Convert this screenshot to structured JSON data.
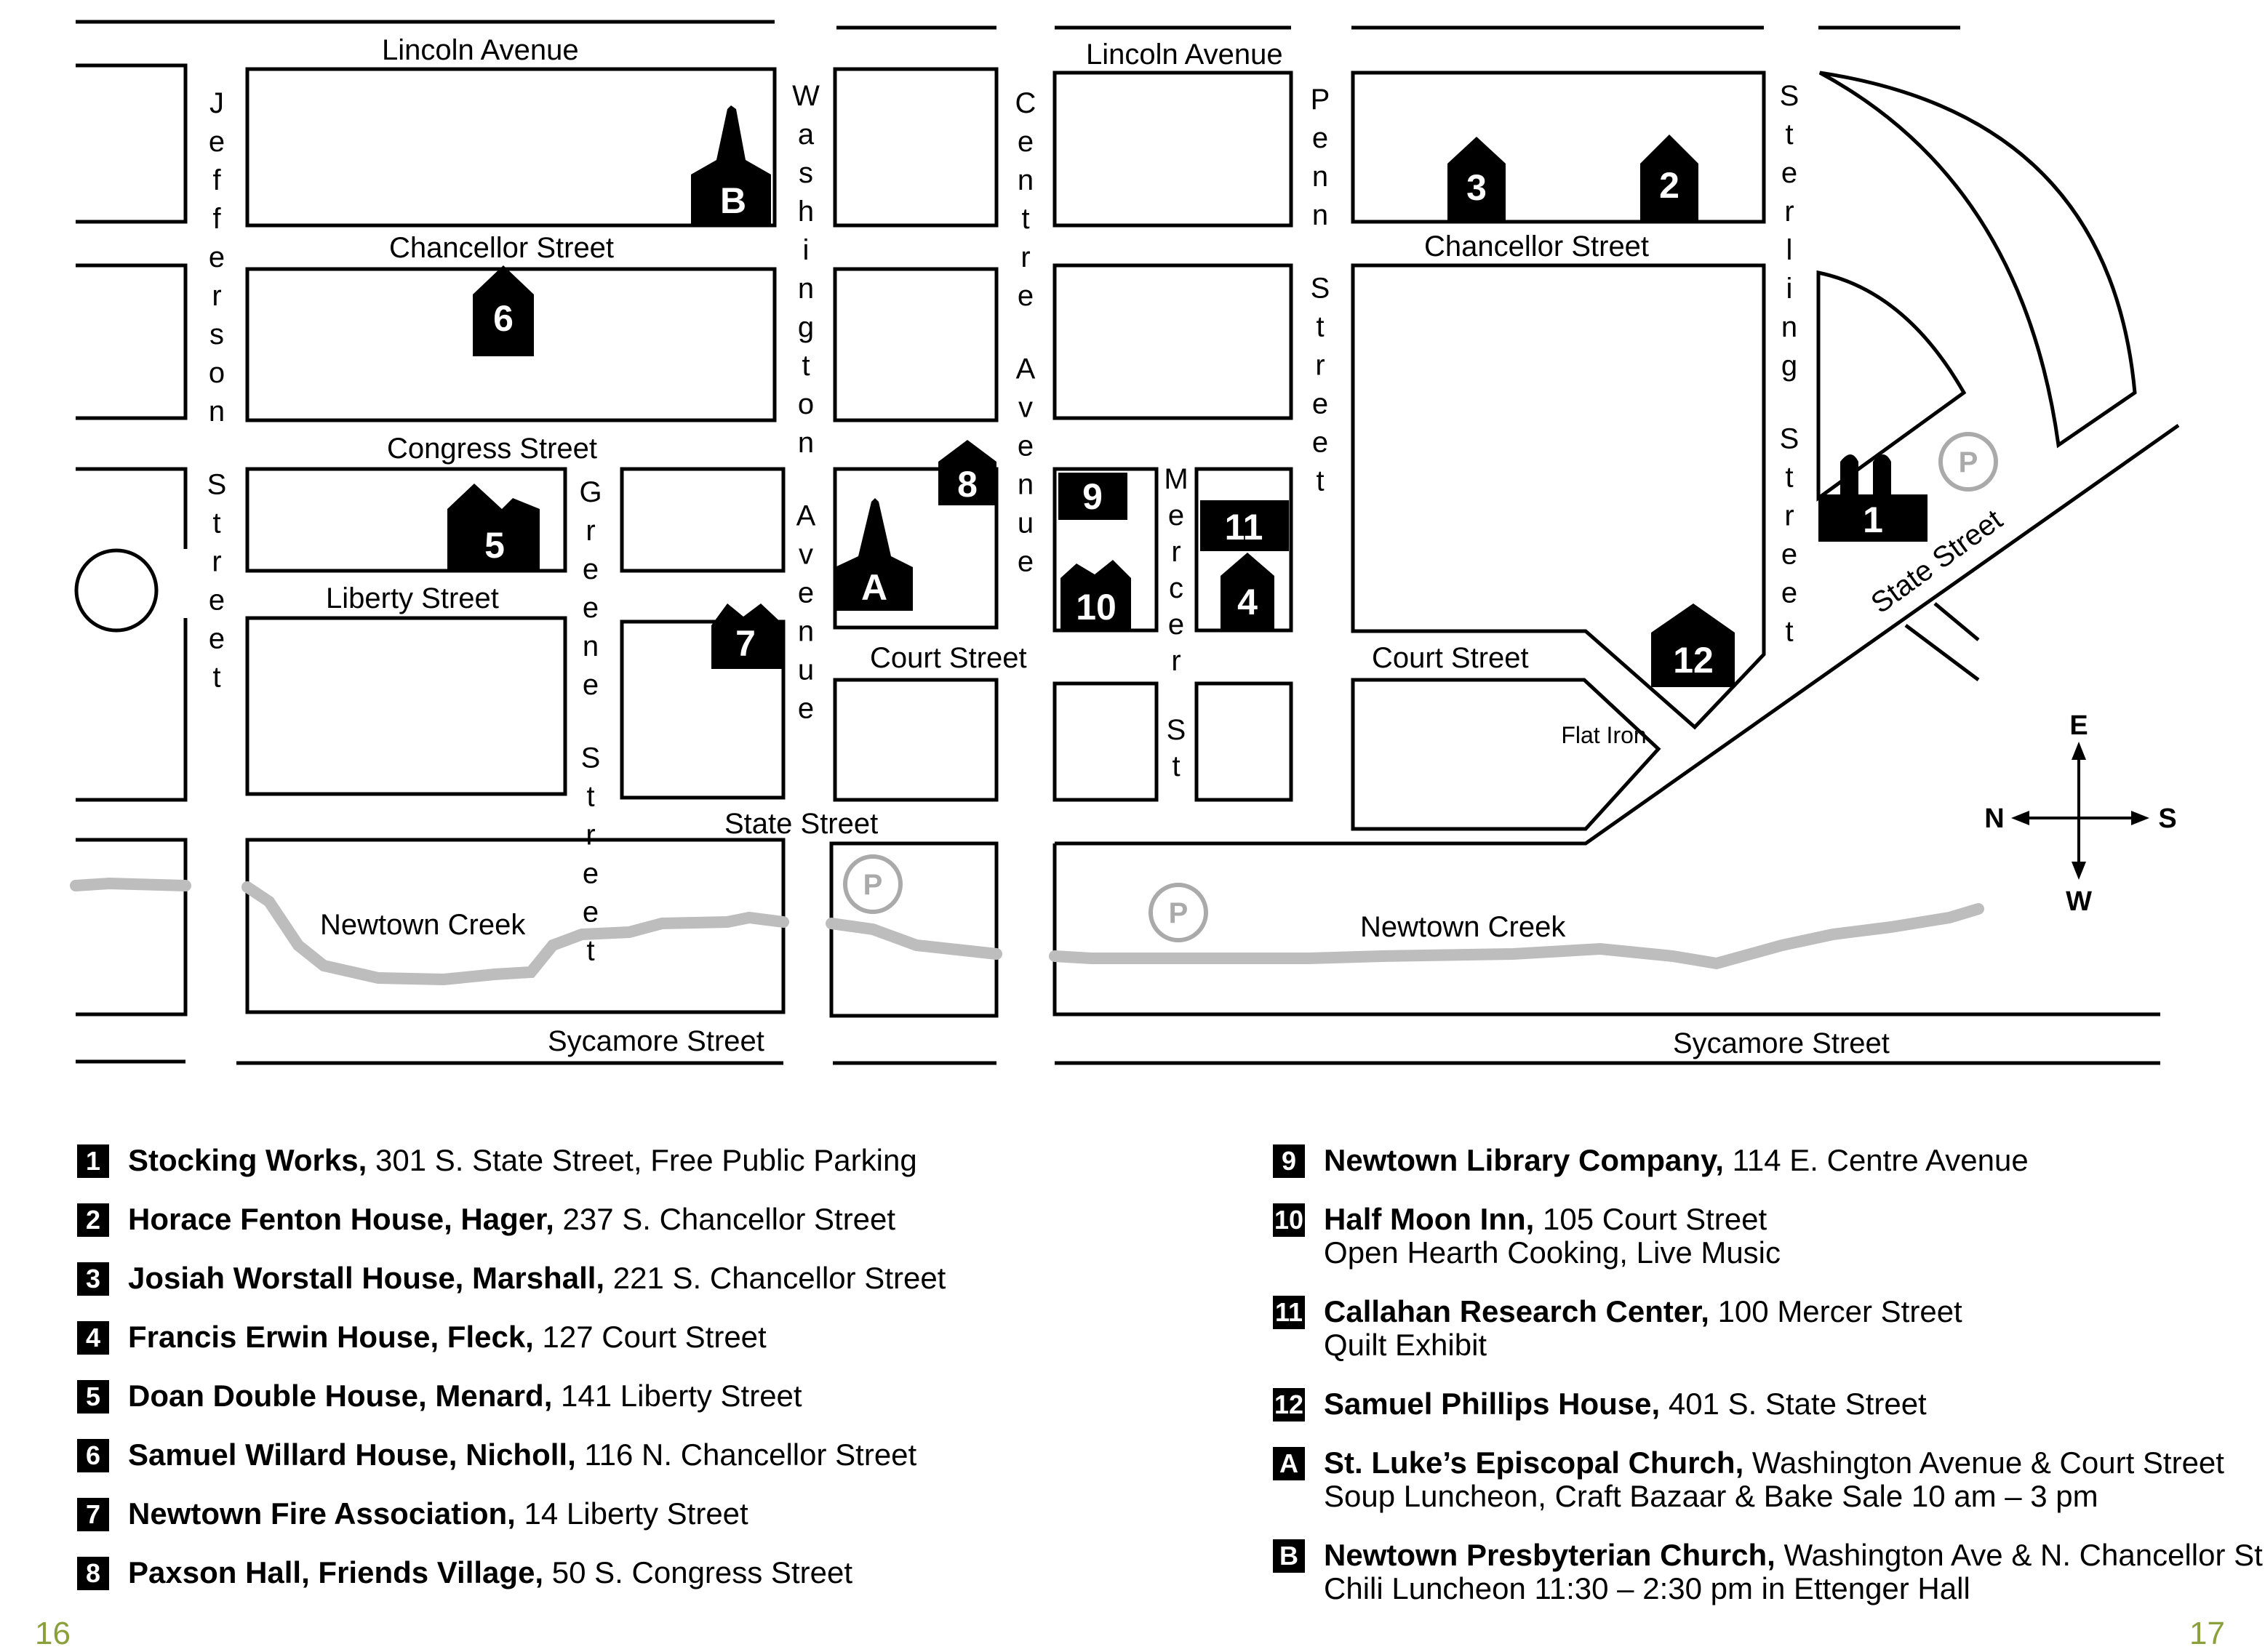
{
  "streets": {
    "lincoln_avenue_west": "Lincoln Avenue",
    "lincoln_avenue_east": "Lincoln Avenue",
    "chancellor_street_west": "Chancellor Street",
    "chancellor_street_east": "Chancellor Street",
    "congress_street": "Congress Street",
    "liberty_street": "Liberty Street",
    "court_street_west": "Court Street",
    "court_street_east": "Court Street",
    "state_street_lower": "State Street",
    "state_street_diagonal": "State Street",
    "sycamore_street_west": "Sycamore Street",
    "sycamore_street_east": "Sycamore Street",
    "newtown_creek_west": "Newtown Creek",
    "newtown_creek_east": "Newtown Creek",
    "jefferson_street": "Jefferson Street",
    "washington_avenue": "Washington Avenue",
    "centre_avenue": "Centre Avenue",
    "penn_street": "Penn Street",
    "sterling_street": "Sterling Street",
    "greene_street": "Greene Street",
    "mercer_street": "Mercer St",
    "flat_iron": "Flat Iron"
  },
  "markers": [
    "1",
    "2",
    "3",
    "4",
    "5",
    "6",
    "7",
    "8",
    "9",
    "10",
    "11",
    "12",
    "A",
    "B"
  ],
  "parking_symbol": "P",
  "compass": {
    "north": "N",
    "south": "S",
    "east": "E",
    "west": "W"
  },
  "legend_left": [
    {
      "badge": "1",
      "name": "Stocking Works,",
      "detail": " 301 S. State Street, Free Public Parking"
    },
    {
      "badge": "2",
      "name": "Horace Fenton House, Hager,",
      "detail": " 237 S. Chancellor Street"
    },
    {
      "badge": "3",
      "name": "Josiah Worstall House, Marshall,",
      "detail": " 221 S. Chancellor Street"
    },
    {
      "badge": "4",
      "name": "Francis Erwin House, Fleck,",
      "detail": " 127 Court Street"
    },
    {
      "badge": "5",
      "name": "Doan Double House, Menard,",
      "detail": " 141 Liberty Street"
    },
    {
      "badge": "6",
      "name": "Samuel Willard House, Nicholl,",
      "detail": " 116 N. Chancellor Street"
    },
    {
      "badge": "7",
      "name": "Newtown Fire Association,",
      "detail": " 14 Liberty Street"
    },
    {
      "badge": "8",
      "name": "Paxson Hall, Friends Village,",
      "detail": " 50 S. Congress Street"
    }
  ],
  "legend_right": [
    {
      "badge": "9",
      "name": "Newtown Library Company,",
      "detail": " 114 E. Centre Avenue",
      "line2": ""
    },
    {
      "badge": "10",
      "name": "Half Moon Inn,",
      "detail": " 105 Court Street",
      "line2": "Open Hearth Cooking, Live Music"
    },
    {
      "badge": "11",
      "name": "Callahan Research Center,",
      "detail": " 100 Mercer Street",
      "line2": "Quilt Exhibit"
    },
    {
      "badge": "12",
      "name": "Samuel Phillips House,",
      "detail": " 401 S. State Street",
      "line2": ""
    },
    {
      "badge": "A",
      "name": "St. Luke’s Episcopal Church,",
      "detail": " Washington Avenue & Court Street",
      "line2": "Soup Luncheon, Craft Bazaar & Bake Sale 10 am – 3 pm"
    },
    {
      "badge": "B",
      "name": "Newtown Presbyterian Church,",
      "detail": " Washington Ave & N. Chancellor St",
      "line2": "Chili Luncheon 11:30 – 2:30 pm in Ettenger Hall"
    }
  ],
  "page_numbers": {
    "left": "16",
    "right": "17"
  },
  "colors": {
    "creek": "#bdbdbd",
    "parking": "#aaaaaa",
    "page_number": "#8aa03a"
  }
}
